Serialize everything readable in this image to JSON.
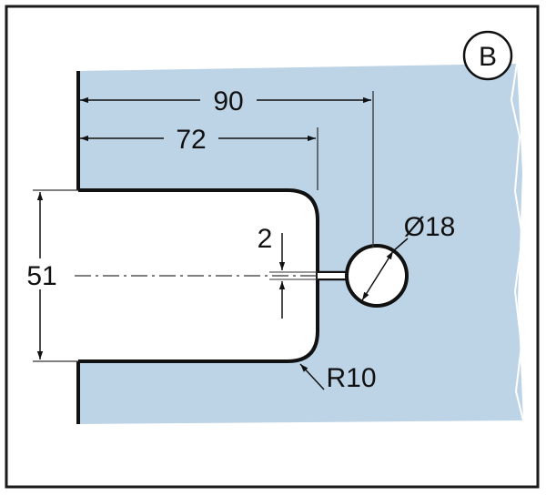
{
  "badge": "B",
  "dimensions": {
    "overall_depth": "90",
    "notch_depth": "72",
    "notch_height": "51",
    "slot_width": "2",
    "hole_diameter": "Ø18",
    "corner_radius": "R10"
  },
  "colors": {
    "glass": "#bdd3e6",
    "line": "#111111",
    "frame": "#1a1a1a",
    "background": "#ffffff"
  }
}
